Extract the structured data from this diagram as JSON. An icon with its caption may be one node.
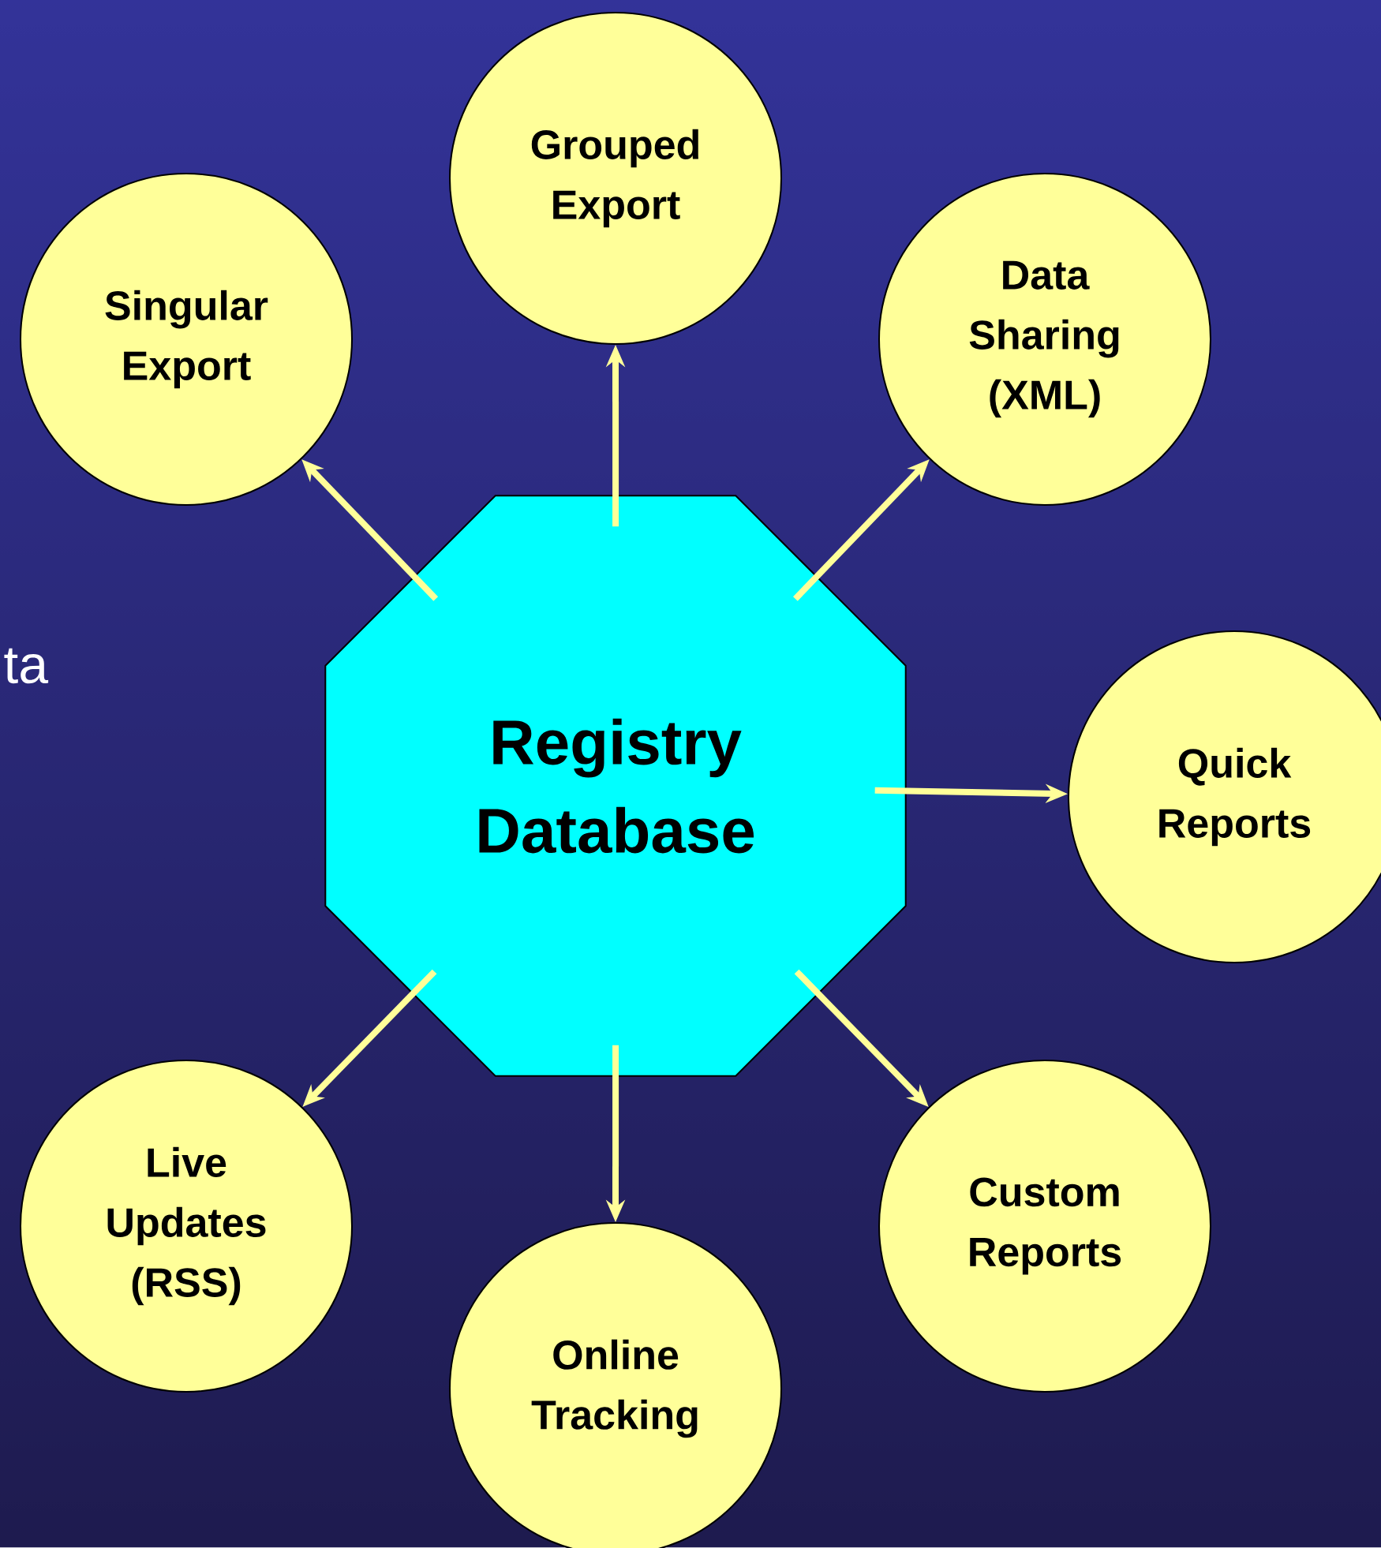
{
  "diagram": {
    "nodes": [
      {
        "text": [
          "Registry Database"
        ]
      },
      {
        "text": [
          "Singular Export"
        ]
      },
      {
        "text": [
          "Grouped Export"
        ]
      },
      {
        "text": [
          "Data Sharing (XML)"
        ]
      },
      {
        "text": [
          "Quick Reports"
        ]
      },
      {
        "text": [
          "Custom Reports"
        ]
      },
      {
        "text": [
          "Online Tracking"
        ]
      },
      {
        "text": [
          "Live Updates (RSS)"
        ]
      }
    ],
    "edges": [
      {
        "from": 0,
        "to": 1,
        "arrow": "to"
      },
      {
        "from": 0,
        "to": 2,
        "arrow": "to"
      },
      {
        "from": 0,
        "to": 3,
        "arrow": "to"
      },
      {
        "from": 0,
        "to": 4,
        "arrow": "to"
      },
      {
        "from": 0,
        "to": 5,
        "arrow": "to"
      },
      {
        "from": 0,
        "to": 6,
        "arrow": "to"
      },
      {
        "from": 0,
        "to": 7,
        "arrow": "to"
      }
    ],
    "labels": [
      "ta"
    ]
  }
}
